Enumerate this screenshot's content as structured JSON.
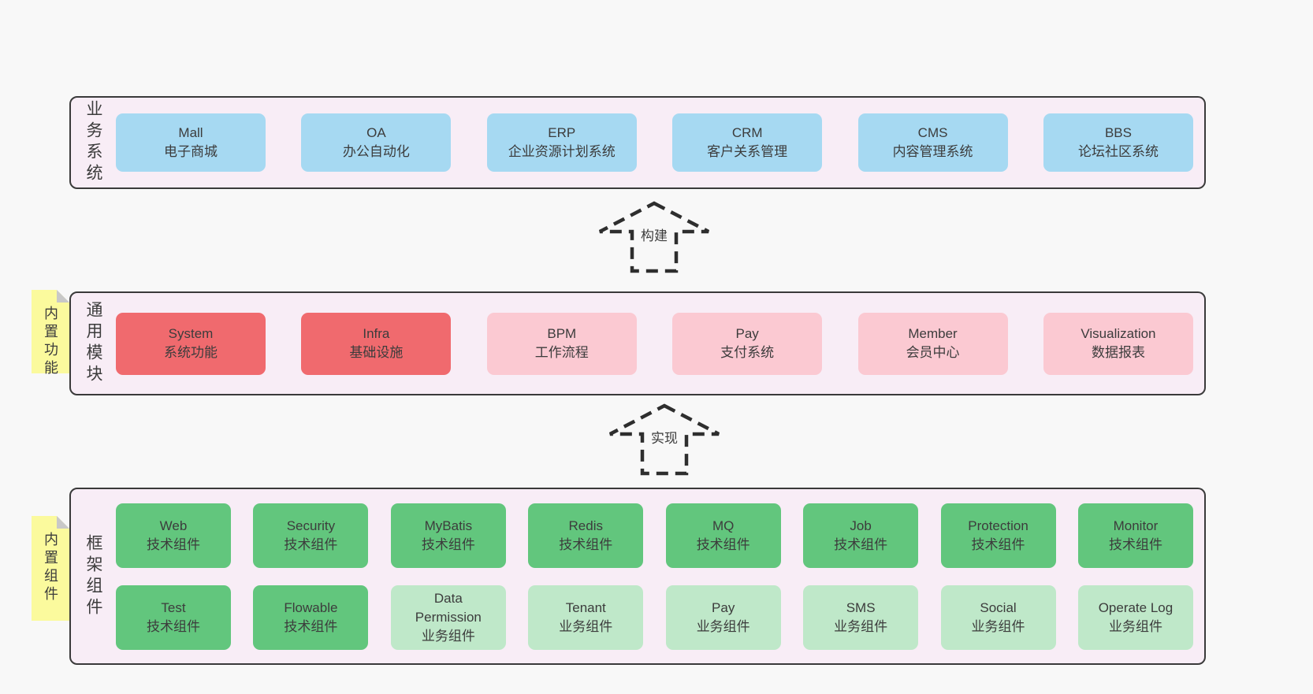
{
  "colors": {
    "page_bg": "#f8f8f8",
    "panel_bg": "#f8edf6",
    "panel_border": "#3a3a3a",
    "text": "#3c3c3c",
    "note_bg": "#fbfa9d",
    "note_fold": "#c8c8c8",
    "blue": "#a6d9f2",
    "red": "#f06a6e",
    "pink": "#fbc9d2",
    "green": "#62c67d",
    "green_light": "#bfe8c9"
  },
  "arrows": [
    {
      "label": "构建"
    },
    {
      "label": "实现"
    }
  ],
  "panels": [
    {
      "key": "business",
      "side_label": "业务系统",
      "rows": [
        [
          {
            "name": "Mall",
            "desc": "电子商城",
            "variant": "blue"
          },
          {
            "name": "OA",
            "desc": "办公自动化",
            "variant": "blue"
          },
          {
            "name": "ERP",
            "desc": "企业资源计划系统",
            "variant": "blue"
          },
          {
            "name": "CRM",
            "desc": "客户关系管理",
            "variant": "blue"
          },
          {
            "name": "CMS",
            "desc": "内容管理系统",
            "variant": "blue"
          },
          {
            "name": "BBS",
            "desc": "论坛社区系统",
            "variant": "blue"
          }
        ]
      ]
    },
    {
      "key": "modules",
      "side_label": "通用模块",
      "note": "内置功能",
      "rows": [
        [
          {
            "name": "System",
            "desc": "系统功能",
            "variant": "red"
          },
          {
            "name": "Infra",
            "desc": "基础设施",
            "variant": "red"
          },
          {
            "name": "BPM",
            "desc": "工作流程",
            "variant": "pink"
          },
          {
            "name": "Pay",
            "desc": "支付系统",
            "variant": "pink"
          },
          {
            "name": "Member",
            "desc": "会员中心",
            "variant": "pink"
          },
          {
            "name": "Visualization",
            "desc": "数据报表",
            "variant": "pink"
          }
        ]
      ]
    },
    {
      "key": "components",
      "side_label": "框架组件",
      "note": "内置组件",
      "rows": [
        [
          {
            "name": "Web",
            "desc": "技术组件",
            "variant": "green"
          },
          {
            "name": "Security",
            "desc": "技术组件",
            "variant": "green"
          },
          {
            "name": "MyBatis",
            "desc": "技术组件",
            "variant": "green"
          },
          {
            "name": "Redis",
            "desc": "技术组件",
            "variant": "green"
          },
          {
            "name": "MQ",
            "desc": "技术组件",
            "variant": "green"
          },
          {
            "name": "Job",
            "desc": "技术组件",
            "variant": "green"
          },
          {
            "name": "Protection",
            "desc": "技术组件",
            "variant": "green"
          },
          {
            "name": "Monitor",
            "desc": "技术组件",
            "variant": "green"
          }
        ],
        [
          {
            "name": "Test",
            "desc": "技术组件",
            "variant": "green"
          },
          {
            "name": "Flowable",
            "desc": "技术组件",
            "variant": "green"
          },
          {
            "name": "Data Permission",
            "desc": "业务组件",
            "variant": "green_light"
          },
          {
            "name": "Tenant",
            "desc": "业务组件",
            "variant": "green_light"
          },
          {
            "name": "Pay",
            "desc": "业务组件",
            "variant": "green_light"
          },
          {
            "name": "SMS",
            "desc": "业务组件",
            "variant": "green_light"
          },
          {
            "name": "Social",
            "desc": "业务组件",
            "variant": "green_light"
          },
          {
            "name": "Operate Log",
            "desc": "业务组件",
            "variant": "green_light"
          }
        ]
      ]
    }
  ]
}
